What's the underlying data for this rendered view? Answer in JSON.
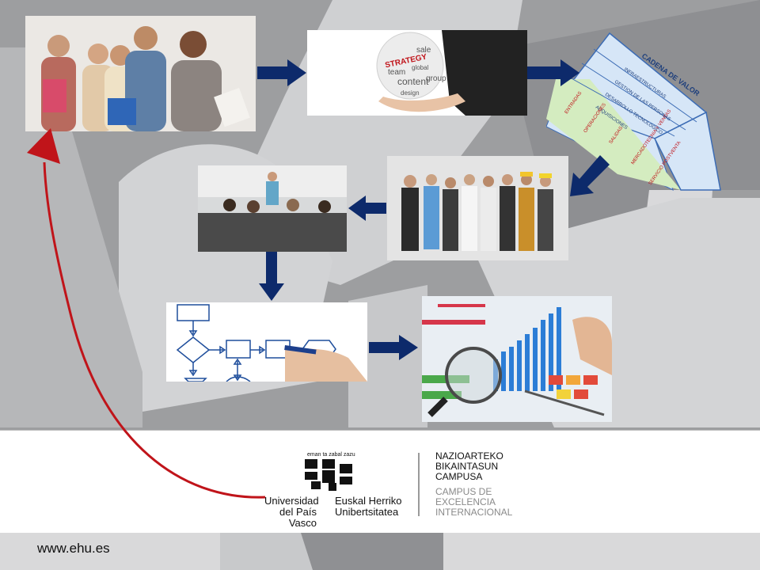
{
  "cadena": {
    "title": "CADENA DE VALOR",
    "support": [
      "INFRAESTRUCTURAS",
      "GESTION DE LAS PERSONAS",
      "DESARROLLO TECNOLOGICO",
      "ADQUISICIONES"
    ],
    "primary": [
      "ENTRADAS",
      "OPERACIONES",
      "SALIDAS",
      "MERCADOTECNIA Y VENTAS",
      "SERVICIO POSTVENTA"
    ]
  },
  "strategy_words": [
    "sale",
    "STRATEGY",
    "team",
    "global",
    "content",
    "group",
    "design"
  ],
  "footer": {
    "motto": "eman ta zabal zazu",
    "univ_es": [
      "Universidad",
      "del País Vasco"
    ],
    "univ_eu": [
      "Euskal Herriko",
      "Unibertsitatea"
    ],
    "campus_eu": [
      "NAZIOARTEKO",
      "BIKAINTASUN",
      "CAMPUSA"
    ],
    "campus_es": [
      "CAMPUS DE",
      "EXCELENCIA",
      "INTERNACIONAL"
    ]
  },
  "url": "www.ehu.es",
  "colors": {
    "arrow": "#0d2a6b",
    "red_arrow": "#c0141a",
    "green": "#d4ecc0",
    "blue": "#d6e6f7"
  }
}
